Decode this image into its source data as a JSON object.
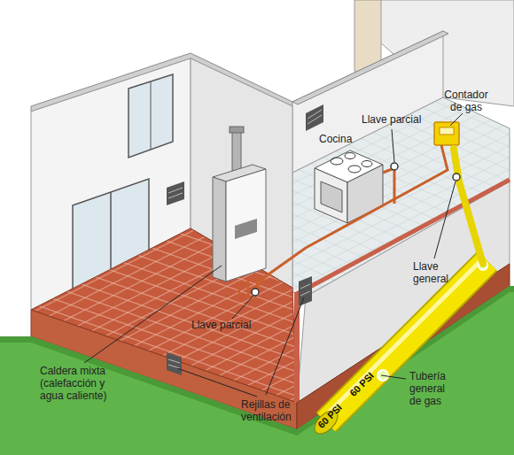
{
  "diagram": {
    "labels": [
      "Contador de gas",
      "Llave parcial",
      "Cocina",
      "Llave general",
      "Llave parcial",
      "Caldera mixta (calefacción y agua caliente)",
      "Rejillas de ventilación",
      "Tubería general de gas",
      "60 PSI",
      "60 PSI"
    ]
  }
}
